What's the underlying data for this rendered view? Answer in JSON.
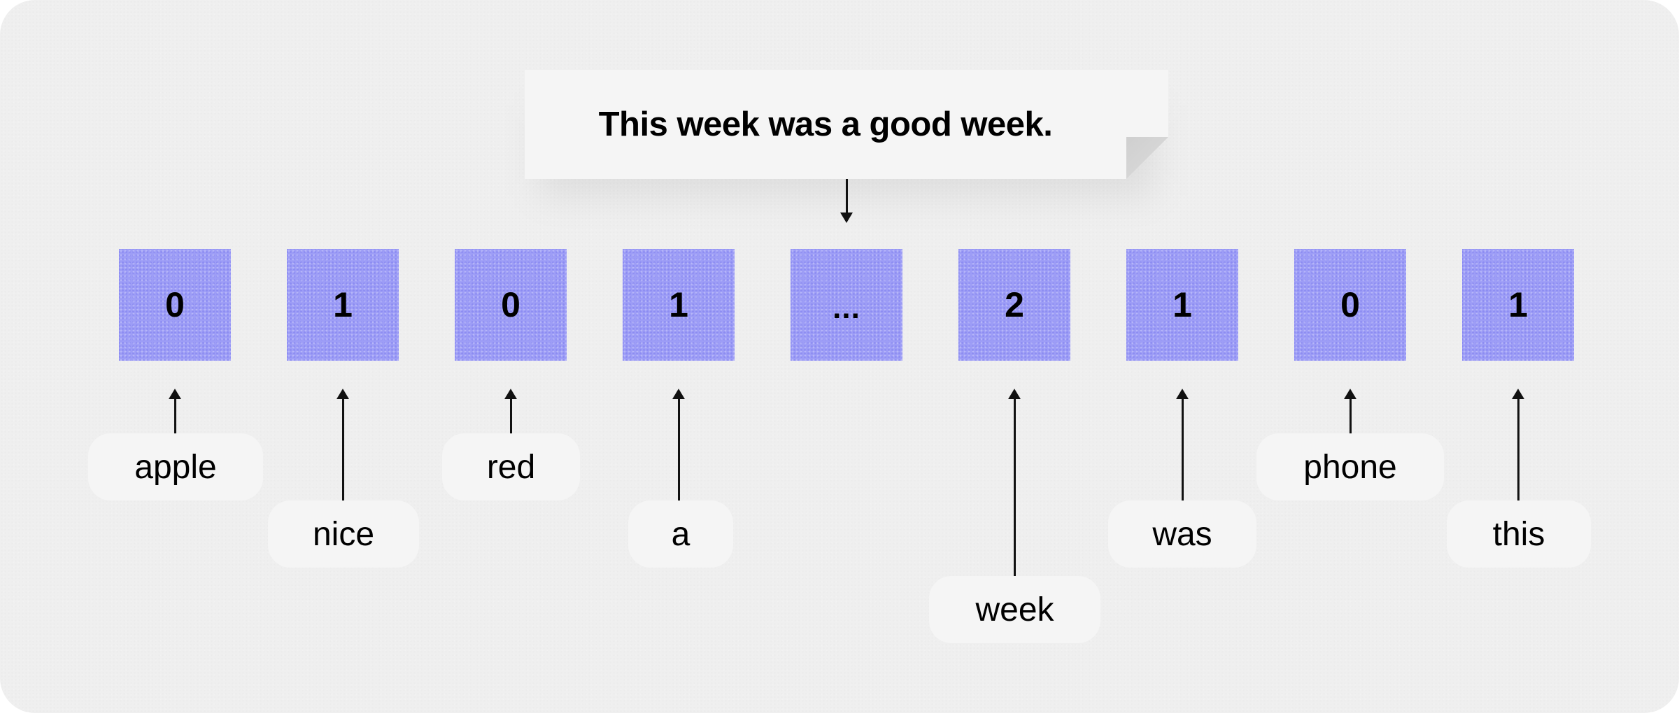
{
  "sentence": "This week was a good week.",
  "colors": {
    "background": "#efefef",
    "vector_box": "#9d9df6",
    "pill": "#f5f5f5",
    "card": "#f5f5f5",
    "text": "#000000"
  },
  "vector": [
    {
      "value": "0",
      "word": "apple"
    },
    {
      "value": "1",
      "word": "nice"
    },
    {
      "value": "0",
      "word": "red"
    },
    {
      "value": "1",
      "word": "a"
    },
    {
      "value": "...",
      "word": null
    },
    {
      "value": "2",
      "word": "week"
    },
    {
      "value": "1",
      "word": "was"
    },
    {
      "value": "0",
      "word": "phone"
    },
    {
      "value": "1",
      "word": "this"
    }
  ],
  "words": {
    "apple": "apple",
    "nice": "nice",
    "red": "red",
    "a": "a",
    "week": "week",
    "was": "was",
    "phone": "phone",
    "this": "this"
  }
}
